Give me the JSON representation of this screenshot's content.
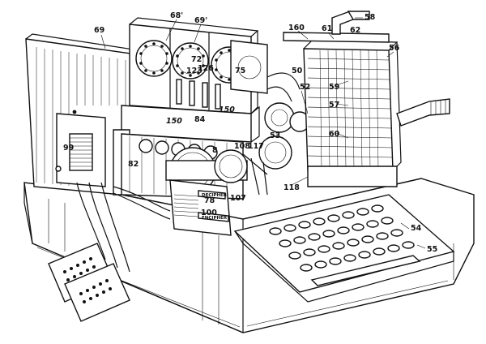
{
  "labels": {
    "l69": "69",
    "l68p": "68'",
    "l69p": "69'",
    "l72": "72",
    "l126": "126",
    "l123": "123",
    "l75": "75",
    "l160": "160",
    "l61": "61",
    "l58": "58",
    "l62": "62",
    "l56": "56",
    "l50": "50",
    "l52": "52",
    "l59": "59",
    "l57": "57",
    "l60": "60",
    "l150a": "150",
    "l150b": "150",
    "l84": "84",
    "l53": "53",
    "l99": "99",
    "l82": "82",
    "l8": "8",
    "l108": "108",
    "l117": "117",
    "l118": "118",
    "l78": "78",
    "l100": "100",
    "l107": "107",
    "l54": "54",
    "l55": "55"
  },
  "plate_texts": {
    "decipher": "DECIPHER",
    "encipher": "ENCIPHER"
  }
}
